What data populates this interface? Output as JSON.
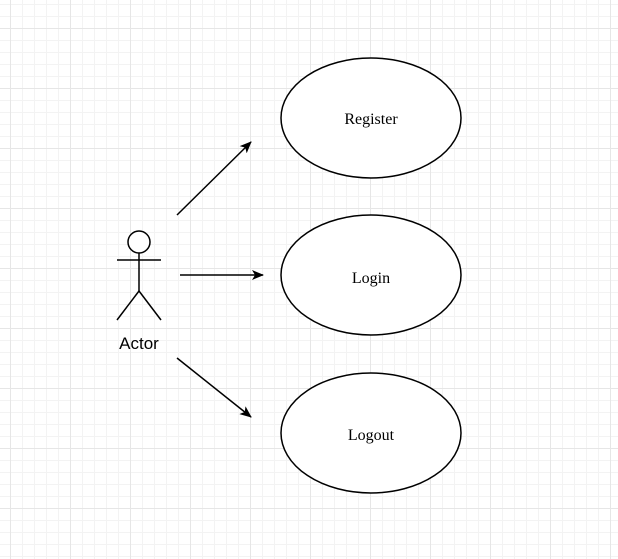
{
  "diagram": {
    "actor": {
      "label": "Actor"
    },
    "use_cases": [
      {
        "label": "Register"
      },
      {
        "label": "Login"
      },
      {
        "label": "Logout"
      }
    ],
    "colors": {
      "stroke": "#000000",
      "fill": "#ffffff",
      "grid": "#e6e6e6"
    }
  }
}
